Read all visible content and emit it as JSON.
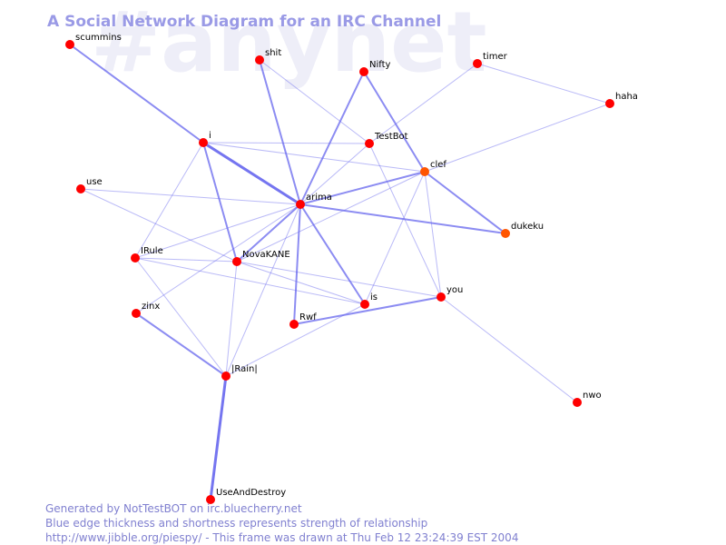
{
  "title": "A Social Network Diagram for an IRC Channel",
  "watermark": "#anynet",
  "footer": {
    "line1": "Generated by NotTestBOT on irc.bluecherry.net",
    "line2": "Blue edge thickness and shortness represents strength of relationship",
    "line3": "http://www.jibble.org/piespy/ - This frame was drawn at Thu Feb 12 23:24:39 EST 2004"
  },
  "colors": {
    "node_default": "#ff0000",
    "node_orange": "#ff5500",
    "edge": "#6666ee",
    "title": "#9a9ae6",
    "footer": "#8080d0",
    "watermark": "#eeeef8"
  },
  "nodes": [
    {
      "id": "scummins",
      "label": "scummins",
      "color": "#ff0000"
    },
    {
      "id": "shit",
      "label": "shit",
      "color": "#ff0000"
    },
    {
      "id": "Nifty",
      "label": "Nifty",
      "color": "#ff0000"
    },
    {
      "id": "timer",
      "label": "timer",
      "color": "#ff0000"
    },
    {
      "id": "haha",
      "label": "haha",
      "color": "#ff0000"
    },
    {
      "id": "i",
      "label": "i",
      "color": "#ff0000"
    },
    {
      "id": "TestBot",
      "label": "TestBot",
      "color": "#ff0000"
    },
    {
      "id": "clef",
      "label": "clef",
      "color": "#ff5500"
    },
    {
      "id": "use",
      "label": "use",
      "color": "#ff0000"
    },
    {
      "id": "arima",
      "label": "arima",
      "color": "#ff0000"
    },
    {
      "id": "dukeku",
      "label": "dukeku",
      "color": "#ff5500"
    },
    {
      "id": "IRule",
      "label": "IRule",
      "color": "#ff0000"
    },
    {
      "id": "NovaKANE",
      "label": "NovaKANE",
      "color": "#ff0000"
    },
    {
      "id": "you",
      "label": "you",
      "color": "#ff0000"
    },
    {
      "id": "is",
      "label": "is",
      "color": "#ff0000"
    },
    {
      "id": "zinx",
      "label": "zinx",
      "color": "#ff0000"
    },
    {
      "id": "Rwf",
      "label": "Rwf",
      "color": "#ff0000"
    },
    {
      "id": "IRain",
      "label": "|Rain|",
      "color": "#ff0000"
    },
    {
      "id": "nwo",
      "label": "nwo",
      "color": "#ff0000"
    },
    {
      "id": "UseAndDestroy",
      "label": "UseAndDestroy",
      "color": "#ff0000"
    }
  ],
  "edges": [
    {
      "source": "scummins",
      "target": "i",
      "strength": 2
    },
    {
      "source": "shit",
      "target": "arima",
      "strength": 2
    },
    {
      "source": "shit",
      "target": "TestBot",
      "strength": 1
    },
    {
      "source": "Nifty",
      "target": "arima",
      "strength": 2
    },
    {
      "source": "Nifty",
      "target": "clef",
      "strength": 2
    },
    {
      "source": "timer",
      "target": "haha",
      "strength": 1
    },
    {
      "source": "timer",
      "target": "TestBot",
      "strength": 1
    },
    {
      "source": "haha",
      "target": "clef",
      "strength": 1
    },
    {
      "source": "i",
      "target": "arima",
      "strength": 3
    },
    {
      "source": "i",
      "target": "TestBot",
      "strength": 1
    },
    {
      "source": "i",
      "target": "clef",
      "strength": 1
    },
    {
      "source": "i",
      "target": "NovaKANE",
      "strength": 2
    },
    {
      "source": "i",
      "target": "IRule",
      "strength": 1
    },
    {
      "source": "TestBot",
      "target": "arima",
      "strength": 1
    },
    {
      "source": "TestBot",
      "target": "you",
      "strength": 1
    },
    {
      "source": "clef",
      "target": "arima",
      "strength": 2
    },
    {
      "source": "clef",
      "target": "dukeku",
      "strength": 2
    },
    {
      "source": "clef",
      "target": "is",
      "strength": 1
    },
    {
      "source": "clef",
      "target": "you",
      "strength": 1
    },
    {
      "source": "clef",
      "target": "NovaKANE",
      "strength": 1
    },
    {
      "source": "use",
      "target": "arima",
      "strength": 1
    },
    {
      "source": "use",
      "target": "NovaKANE",
      "strength": 1
    },
    {
      "source": "arima",
      "target": "dukeku",
      "strength": 2
    },
    {
      "source": "arima",
      "target": "NovaKANE",
      "strength": 2
    },
    {
      "source": "arima",
      "target": "is",
      "strength": 2
    },
    {
      "source": "arima",
      "target": "Rwf",
      "strength": 2
    },
    {
      "source": "arima",
      "target": "IRain",
      "strength": 1
    },
    {
      "source": "arima",
      "target": "zinx",
      "strength": 1
    },
    {
      "source": "arima",
      "target": "IRule",
      "strength": 1
    },
    {
      "source": "IRule",
      "target": "NovaKANE",
      "strength": 1
    },
    {
      "source": "IRule",
      "target": "is",
      "strength": 1
    },
    {
      "source": "IRule",
      "target": "IRain",
      "strength": 1
    },
    {
      "source": "NovaKANE",
      "target": "is",
      "strength": 1
    },
    {
      "source": "NovaKANE",
      "target": "you",
      "strength": 1
    },
    {
      "source": "NovaKANE",
      "target": "IRain",
      "strength": 1
    },
    {
      "source": "is",
      "target": "IRain",
      "strength": 1
    },
    {
      "source": "Rwf",
      "target": "you",
      "strength": 2
    },
    {
      "source": "you",
      "target": "nwo",
      "strength": 1
    },
    {
      "source": "zinx",
      "target": "IRain",
      "strength": 2
    },
    {
      "source": "IRain",
      "target": "UseAndDestroy",
      "strength": 3
    }
  ]
}
